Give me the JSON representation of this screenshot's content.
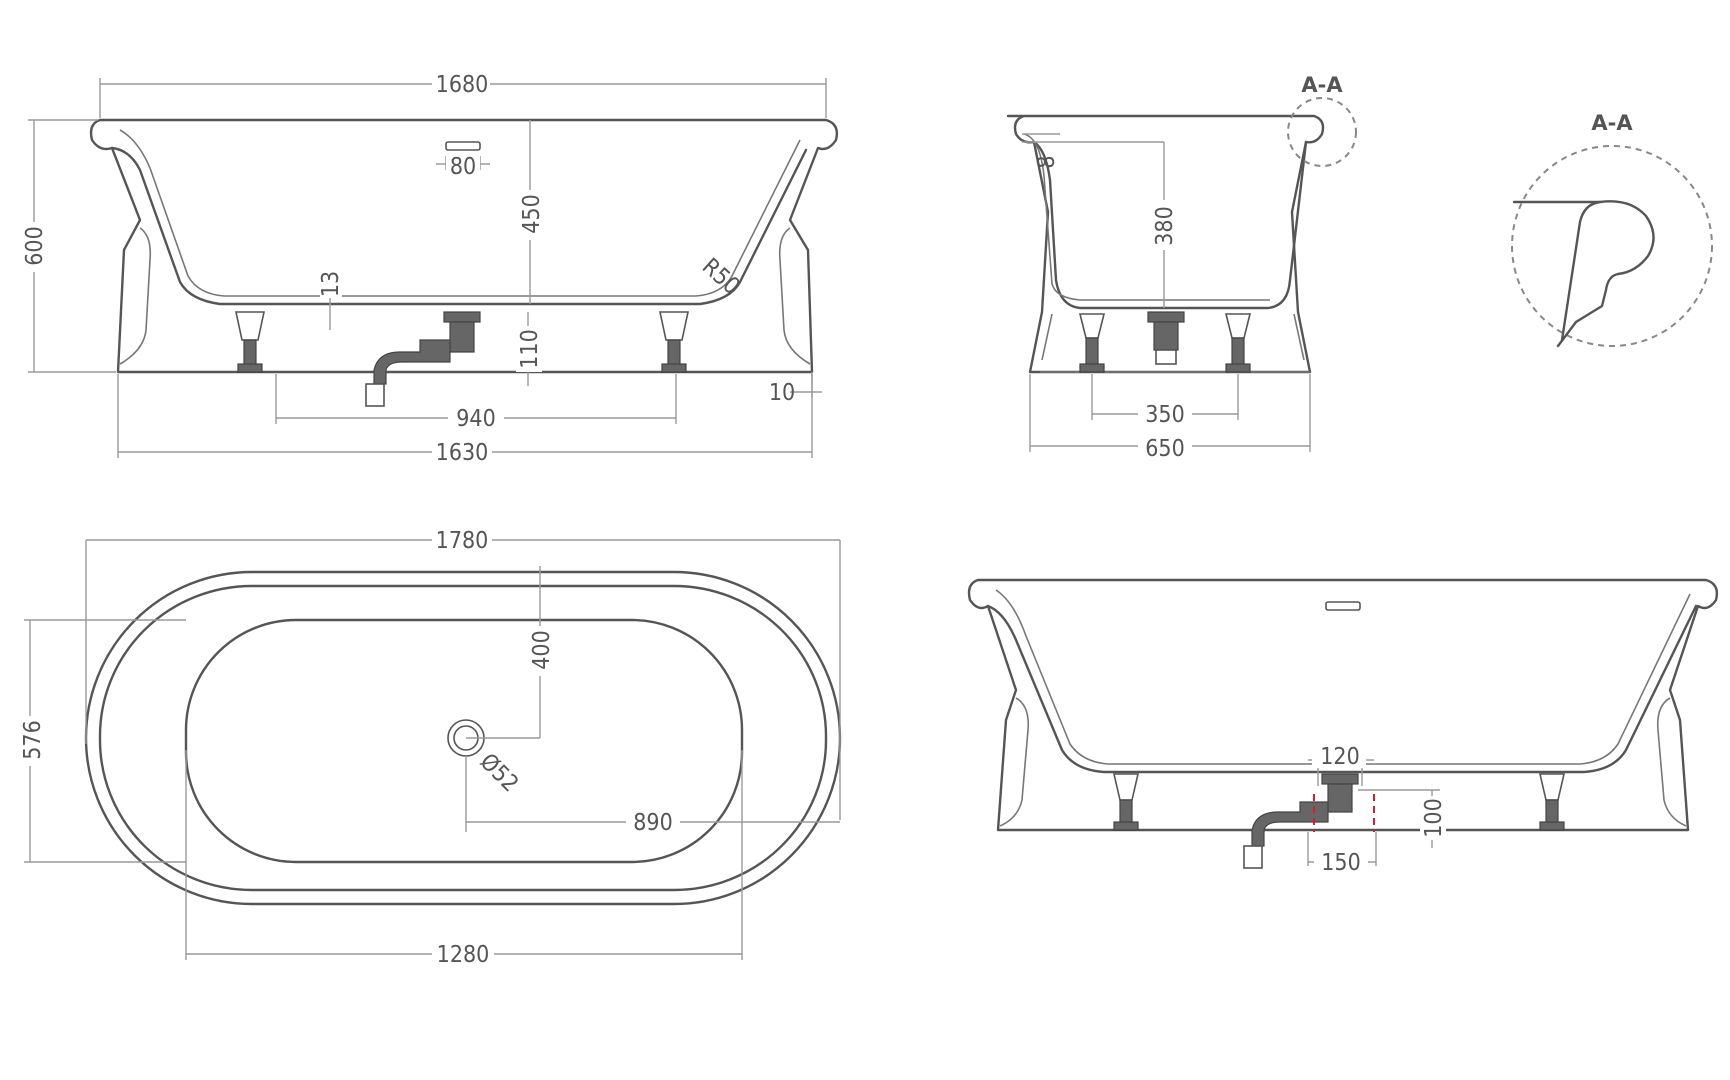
{
  "views": {
    "front": {
      "overall_length": "1680",
      "base_length": "1630",
      "height": "600",
      "inner_depth": "450",
      "overflow_width": "80",
      "floor_thickness": "13",
      "corner_radius": "R50",
      "drain_height": "110",
      "leg_spacing": "940",
      "leg_inset": "10"
    },
    "side": {
      "section_marker": "A-A",
      "rim_thickness": "8",
      "inner_depth": "380",
      "leg_spacing": "350",
      "base_width": "650"
    },
    "detail": {
      "section_label": "A-A"
    },
    "top": {
      "overall_length": "1780",
      "overall_width": "576",
      "drain_offset_y": "400",
      "drain_diameter": "Ø52",
      "drain_offset_x": "890",
      "inner_length": "1280"
    },
    "rear": {
      "drain_body": "120",
      "drain_clearance": "150",
      "drain_height": "100"
    }
  },
  "colors": {
    "line": "#555555",
    "dimension": "#9a9a9a",
    "highlight": "#d4202a"
  }
}
